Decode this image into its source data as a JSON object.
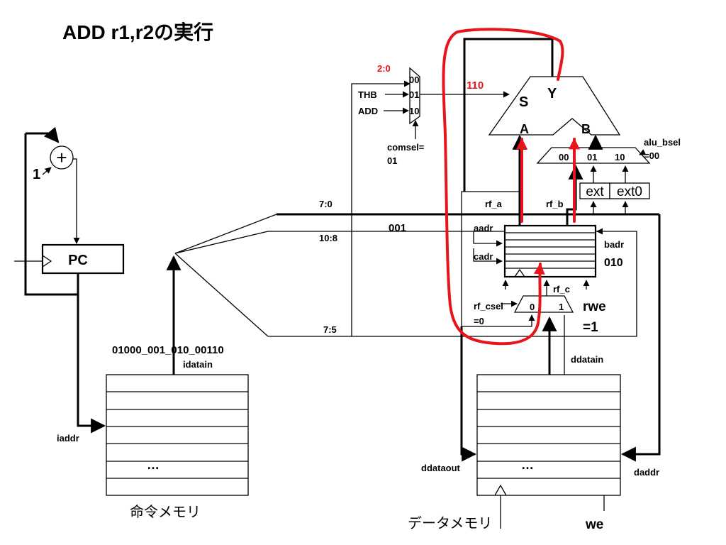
{
  "title": "ADD r1,r2の実行",
  "pc": {
    "label": "PC",
    "increment": "1",
    "adder": "+"
  },
  "imem": {
    "label": "命令メモリ",
    "addr": "iaddr",
    "data": "idatain",
    "instruction": "01000_001_010_00110",
    "ellipsis": "…"
  },
  "fields": {
    "f70": "7:0",
    "f108": "10:8",
    "f75": "7:5"
  },
  "ctrl_mux": {
    "bits": "2:0",
    "in0": "00",
    "in1": "01",
    "in2": "10",
    "thb": "THB",
    "add": "ADD",
    "sel_line1": "comsel=",
    "sel_line2": "01",
    "out": "110"
  },
  "alu": {
    "s": "S",
    "y": "Y",
    "a": "A",
    "b": "B"
  },
  "bmux": {
    "in0": "00",
    "in1": "01",
    "in2": "10",
    "sel_line1": "alu_bsel",
    "sel_line2": "=00"
  },
  "ext": {
    "ext": "ext",
    "ext0": "ext0"
  },
  "rf": {
    "rf_a": "rf_a",
    "rf_b": "rf_b",
    "aadr": "aadr",
    "aadr_val": "001",
    "cadr": "cadr",
    "badr": "badr",
    "badr_val": "010",
    "rf_c": "rf_c",
    "csel_line1": "rf_csel",
    "csel_line2": "=0",
    "cmux_in0": "0",
    "cmux_in1": "1",
    "rwe_line1": "rwe",
    "rwe_line2": "=1"
  },
  "dmem": {
    "label": "データメモリ",
    "ddatain": "ddatain",
    "ddataout": "ddataout",
    "daddr": "daddr",
    "we": "we",
    "ellipsis": "…"
  },
  "colors": {
    "highlight": "#e8141c",
    "wire": "#000000",
    "background": "#ffffff"
  }
}
